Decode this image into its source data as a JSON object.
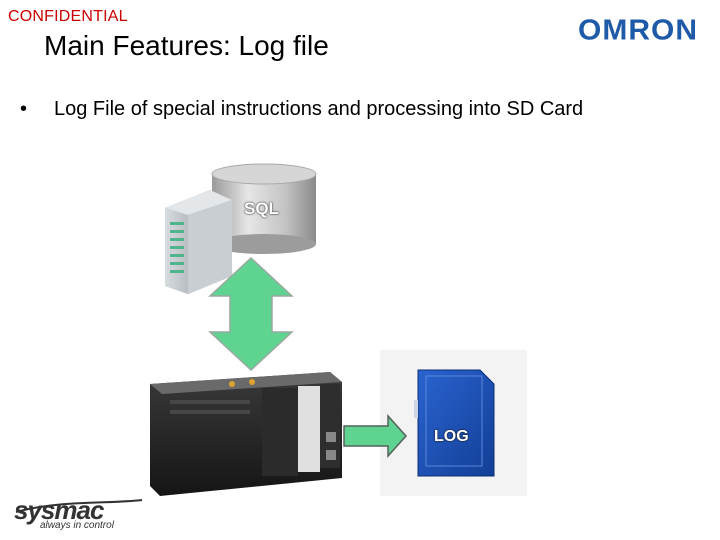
{
  "header": {
    "confidential": "CONFIDENTIAL",
    "title": "Main Features: Log file",
    "logo": "OMRON"
  },
  "bullets": [
    {
      "bold": "Log File",
      "text": " of special instructions and processing into SD Card"
    }
  ],
  "diagram": {
    "database_label": "SQL",
    "sd_card_label": "LOG"
  },
  "footer": {
    "brand": "sysmac",
    "tagline": "always in control"
  },
  "colors": {
    "confidential": "#cc0000",
    "brand": "#1e5aa8",
    "arrow": "#5fd490",
    "sd_card": "#1a4fb5"
  }
}
